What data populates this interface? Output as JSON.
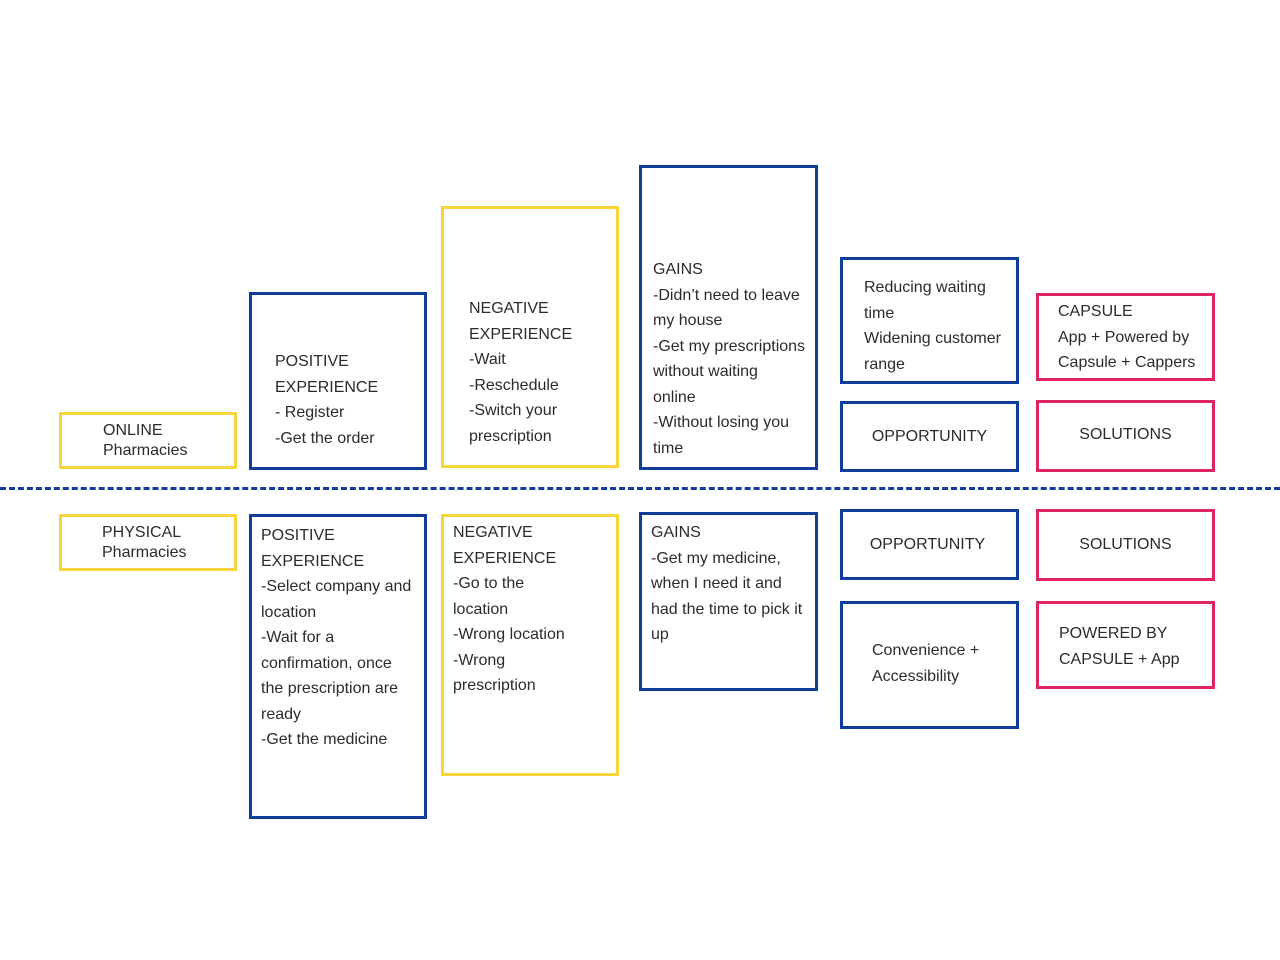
{
  "colors": {
    "yellow": "#f7d33c",
    "blue": "#103c9c",
    "pink": "#de2465"
  },
  "online": {
    "label": "ONLINE\nPharmacies",
    "positive": "POSITIVE\nEXPERIENCE\n- Register\n-Get the order",
    "negative": "NEGATIVE\nEXPERIENCE\n-Wait\n-Reschedule\n-Switch your\nprescription",
    "gains": "GAINS\n-Didn’t need to leave\nmy house\n-Get my prescriptions\nwithout waiting\nonline\n-Without losing you\ntime",
    "opportunity_detail": "Reducing waiting\ntime\nWidening customer\nrange",
    "opportunity_label": "OPPORTUNITY",
    "solution_detail": "CAPSULE\nApp + Powered by\nCapsule + Cappers",
    "solutions_label": "SOLUTIONS"
  },
  "physical": {
    "label": "PHYSICAL\nPharmacies",
    "positive": "POSITIVE\nEXPERIENCE\n-Select company and\nlocation\n-Wait for a\nconfirmation, once\nthe prescription are\nready\n-Get the medicine",
    "negative": "NEGATIVE\nEXPERIENCE\n-Go to the\nlocation\n-Wrong location\n-Wrong\nprescription",
    "gains": "GAINS\n-Get my medicine,\nwhen I need it and\nhad the time to pick it\nup",
    "opportunity_label": "OPPORTUNITY",
    "opportunity_detail": "Convenience +\nAccessibility",
    "solutions_label": "SOLUTIONS",
    "solution_detail": "POWERED BY\nCAPSULE + App"
  }
}
